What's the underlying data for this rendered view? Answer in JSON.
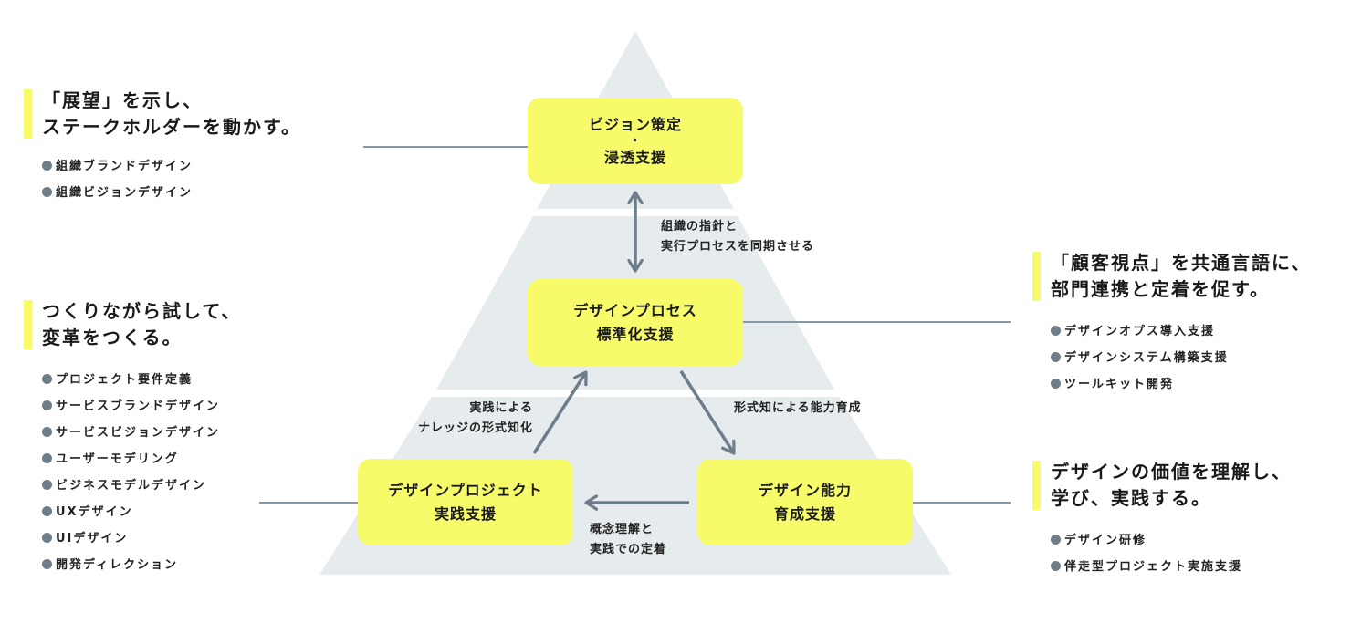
{
  "colors": {
    "accent_yellow": "#f7fb6a",
    "pyramid_gray": "#e6ebee",
    "line_gray": "#6e7d8a",
    "bullet_gray": "#6e7d8a",
    "text": "#1a1a1a"
  },
  "boxes": {
    "vision": {
      "line1": "ビジョン策定",
      "separator": "・",
      "line2": "浸透支援"
    },
    "process": {
      "line1": "デザインプロセス",
      "line2": "標準化支援"
    },
    "project": {
      "line1": "デザインプロジェクト",
      "line2": "実践支援"
    },
    "capability": {
      "line1": "デザイン能力",
      "line2": "育成支援"
    }
  },
  "flows": {
    "sync": {
      "line1": "組織の指針と",
      "line2": "実行プロセスを同期させる"
    },
    "formalize": {
      "line1": "実践による",
      "line2": "ナレッジの形式知化"
    },
    "develop": {
      "line1": "形式知による能力育成"
    },
    "establish": {
      "line1": "概念理解と",
      "line2": "実践での定着"
    }
  },
  "panels": {
    "vision": {
      "heading_line1": "「展望」を示し、",
      "heading_line2": "ステークホルダーを動かす。",
      "items": [
        "組織ブランドデザイン",
        "組織ビジョンデザイン"
      ]
    },
    "project": {
      "heading_line1": "つくりながら試して、",
      "heading_line2": "変革をつくる。",
      "items": [
        "プロジェクト要件定義",
        "サービスブランドデザイン",
        "サービスビジョンデザイン",
        "ユーザーモデリング",
        "ビジネスモデルデザイン",
        "UXデザイン",
        "UIデザイン",
        "開発ディレクション"
      ]
    },
    "process": {
      "heading_line1": "「顧客視点」を共通言語に、",
      "heading_line2": "部門連携と定着を促す。",
      "items": [
        "デザインオプス導入支援",
        "デザインシステム構築支援",
        "ツールキット開発"
      ]
    },
    "capability": {
      "heading_line1": "デザインの価値を理解し、",
      "heading_line2": "学び、実践する。",
      "items": [
        "デザイン研修",
        "伴走型プロジェクト実施支援"
      ]
    }
  }
}
